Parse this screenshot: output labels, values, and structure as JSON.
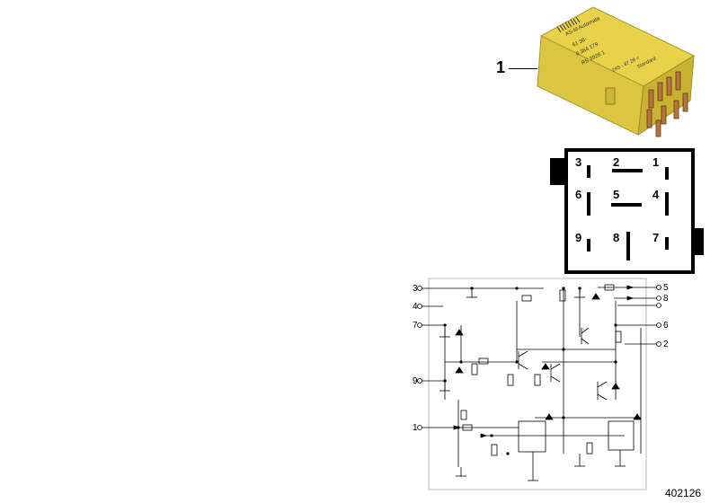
{
  "callout": {
    "number": "1"
  },
  "relay": {
    "body_color": "#e8d24a",
    "label_lines": [
      "AS-M Automata",
      "61 36-",
      "8 364 179",
      "RS 3928 1",
      "24S - 87 28 <",
      "Standard"
    ]
  },
  "pinout": {
    "pins": [
      "3",
      "2",
      "1",
      "6",
      "5",
      "4",
      "9",
      "8",
      "7"
    ]
  },
  "schematic": {
    "left_terminals": [
      "3",
      "4",
      "7",
      "9",
      "1"
    ],
    "right_terminals": [
      "5",
      "8",
      "6",
      "2"
    ]
  },
  "diagram_id": "402126"
}
